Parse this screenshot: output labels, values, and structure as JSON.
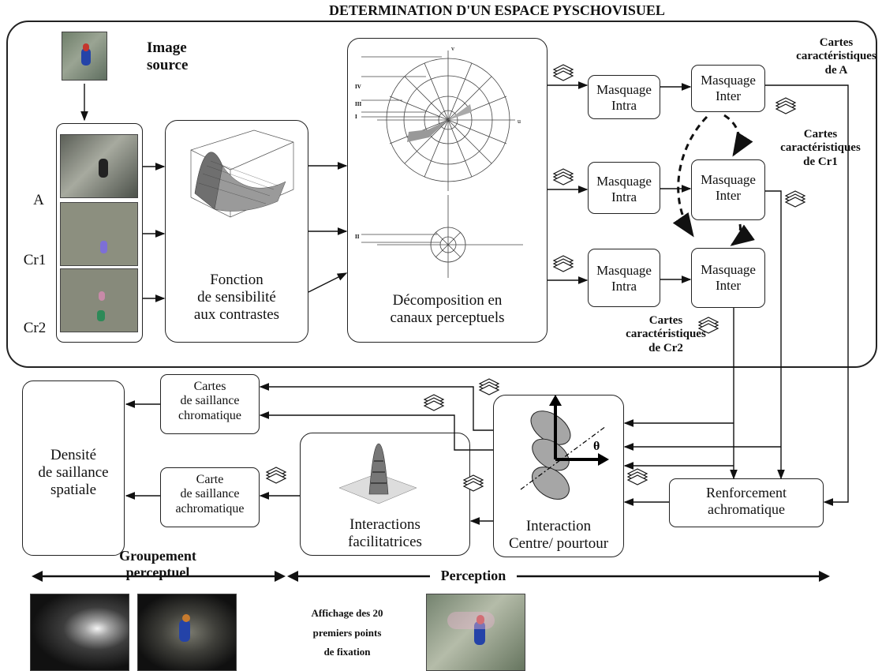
{
  "title": "DETERMINATION  D'UN ESPACE PYSCHOVISUEL",
  "source": {
    "label_line1": "Image",
    "label_line2": "source"
  },
  "channels": {
    "a": "A",
    "cr1": "Cr1",
    "cr2": "Cr2"
  },
  "csf": {
    "line1": "Fonction",
    "line2": "de sensibilité",
    "line3": "aux contrastes"
  },
  "decomp": {
    "line1": "Décomposition en",
    "line2": "canaux perceptuels"
  },
  "polar": {
    "ring_I": "I",
    "ring_II": "II",
    "ring_III": "III",
    "ring_IV": "IV",
    "axis_u": "u",
    "axis_v": "v"
  },
  "masking": {
    "intra": "Masquage",
    "intra2": "Intra",
    "inter": "Masquage",
    "inter2": "Inter"
  },
  "maps": {
    "a": {
      "l1": "Cartes",
      "l2": "caractéristiques",
      "l3": "de A"
    },
    "cr1": {
      "l1": "Cartes",
      "l2": "caractéristiques",
      "l3": "de Cr1"
    },
    "cr2": {
      "l1": "Cartes",
      "l2": "caractéristiques",
      "l3": "de Cr2"
    }
  },
  "bottom": {
    "chrom": {
      "l1": "Cartes",
      "l2": "de saillance",
      "l3": "chromatique"
    },
    "achrom": {
      "l1": "Carte",
      "l2": "de saillance",
      "l3": "achromatique"
    },
    "density": {
      "l1": "Densité",
      "l2": "de saillance",
      "l3": "spatiale"
    },
    "facil": {
      "l1": "Interactions",
      "l2": "facilitatrices"
    },
    "center": {
      "l1": "Interaction",
      "l2": "Centre/ pourtour"
    },
    "reinforce": {
      "l1": "Renforcement",
      "l2": "achromatique"
    },
    "theta": "θ"
  },
  "footer": {
    "grouping_l1": "Groupement",
    "grouping_l2": "perceptuel",
    "perception": "Perception",
    "display_l1": "Affichage  des 20",
    "display_l2": "premiers points",
    "display_l3": "de fixation"
  }
}
